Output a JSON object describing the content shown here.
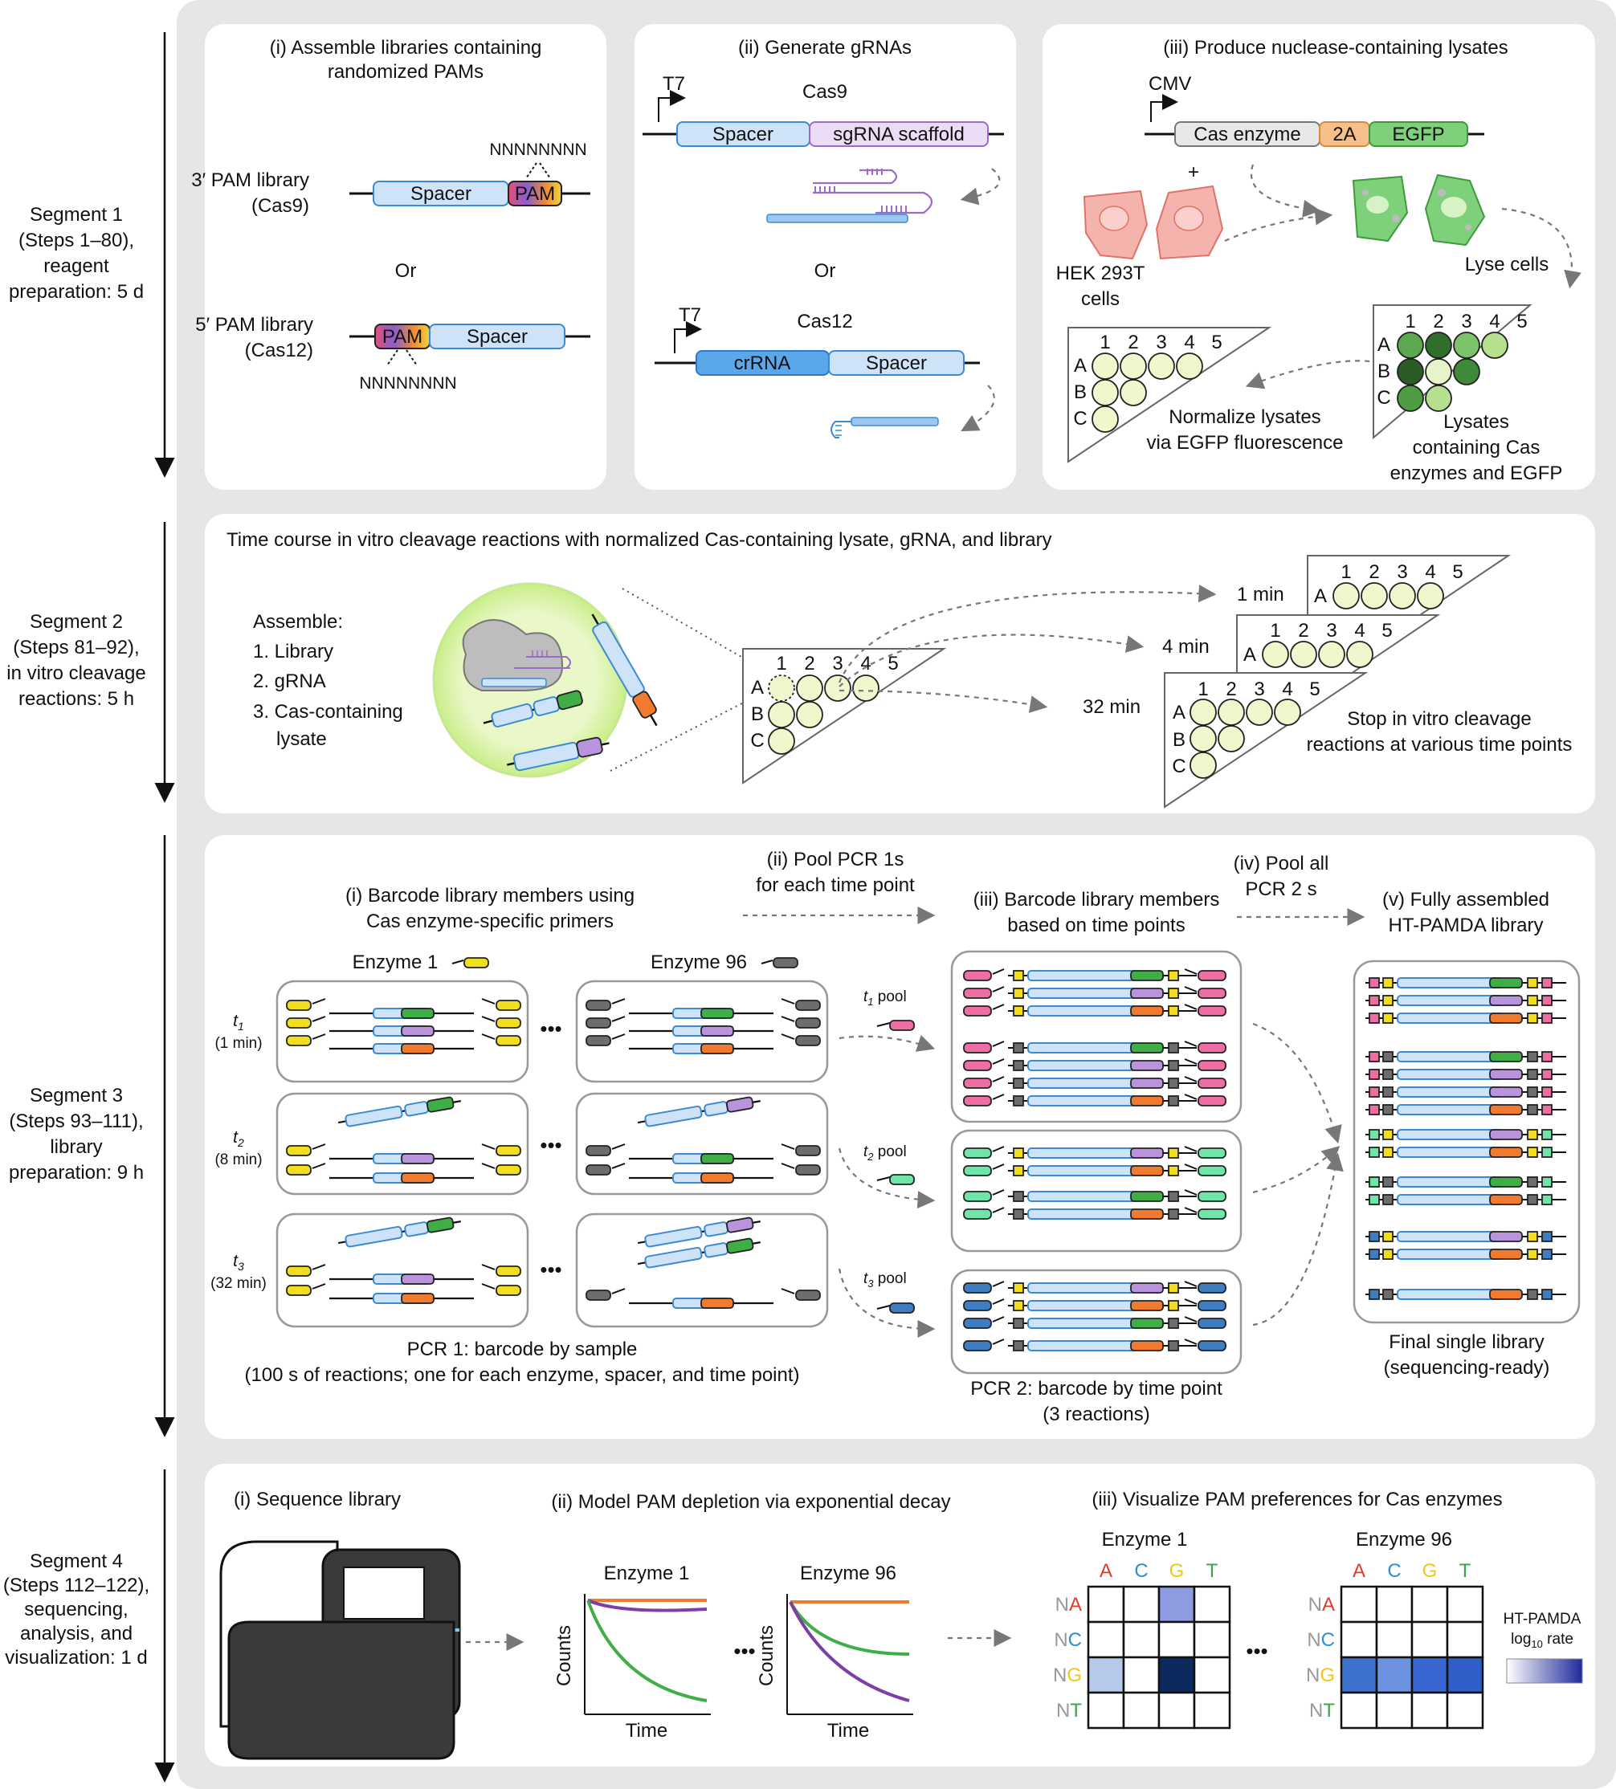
{
  "segments": [
    {
      "label": "Segment 1\n(Steps 1–80),\nreagent\npreparation: 5 d"
    },
    {
      "label": "Segment 2\n(Steps 81–92),\nin vitro cleavage\nreactions: 5 h"
    },
    {
      "label": "Segment 3\n(Steps 93–111),\nlibrary\npreparation: 9 h"
    },
    {
      "label": "Segment 4\n(Steps 112–122),\nsequencing,\nanalysis, and\nvisualization: 1 d"
    }
  ],
  "s1": {
    "p1_title_1": "(i) Assemble libraries containing",
    "p1_title_2": "randomized PAMs",
    "lib3_1": "3′ PAM library",
    "lib3_2": "(Cas9)",
    "nnn": "NNNNNNNN",
    "spacer": "Spacer",
    "pam": "PAM",
    "or": "Or",
    "lib5_1": "5′ PAM library",
    "lib5_2": "(Cas12)",
    "p2_title": "(ii) Generate gRNAs",
    "t7": "T7",
    "cas9": "Cas9",
    "sgrna": "sgRNA scaffold",
    "cas12": "Cas12",
    "crrna": "crRNA",
    "p3_title": "(iii) Produce nuclease-containing lysates",
    "cmv": "CMV",
    "cas_enzyme": "Cas enzyme",
    "twoA": "2A",
    "egfp": "EGFP",
    "plus": "+",
    "hek_1": "HEK 293T",
    "hek_2": "cells",
    "lyse": "Lyse cells",
    "normalize_1": "Normalize lysates",
    "normalize_2": "via EGFP fluorescence",
    "lysates_1": "Lysates",
    "lysates_2": "containing Cas",
    "lysates_3": "enzymes and EGFP",
    "cols": [
      "1",
      "2",
      "3",
      "4",
      "5"
    ],
    "rows": [
      "A",
      "B",
      "C"
    ]
  },
  "s2": {
    "title": "Time course in vitro cleavage reactions with normalized Cas-containing lysate, gRNA, and library",
    "assemble": "Assemble:",
    "items": [
      "1. Library",
      "2. gRNA",
      "3. Cas-containing",
      "lysate"
    ],
    "t1": "1 min",
    "t2": "4 min",
    "t3": "32 min",
    "stop_1": "Stop in vitro cleavage",
    "stop_2": "reactions at various time points"
  },
  "s3": {
    "i_1": "(i) Barcode library members using",
    "i_2": "Cas enzyme-specific primers",
    "ii_1": "(ii) Pool PCR 1s",
    "ii_2": "for each time point",
    "iii_1": "(iii) Barcode library members",
    "iii_2": "based on time points",
    "iv_1": "(iv) Pool all",
    "iv_2": "PCR 2 s",
    "v_1": "(v) Fully assembled",
    "v_2": "HT-PAMDA library",
    "enzyme1": "Enzyme 1",
    "enzyme96": "Enzyme 96",
    "t1": "t",
    "t1_sub": "1",
    "t1_time": "(1 min)",
    "t2_sub": "2",
    "t2_time": "(8 min)",
    "t3_sub": "3",
    "t3_time": "(32 min)",
    "pool": "pool",
    "ellipsis": "•••",
    "pcr1_1": "PCR 1: barcode by sample",
    "pcr1_2": "(100 s of reactions; one for each enzyme, spacer, and time point)",
    "pcr2_1": "PCR 2: barcode by time point",
    "pcr2_2": "(3 reactions)",
    "final_1": "Final single library",
    "final_2": "(sequencing-ready)"
  },
  "s4": {
    "i": "(i) Sequence library",
    "ii": "(ii) Model PAM depletion via exponential decay",
    "iii": "(iii) Visualize PAM preferences for Cas enzymes",
    "enzyme1": "Enzyme 1",
    "enzyme96": "Enzyme 96",
    "counts": "Counts",
    "time": "Time",
    "bases": [
      "A",
      "C",
      "G",
      "T"
    ],
    "rowlabels": [
      [
        "N",
        "A"
      ],
      [
        "N",
        "C"
      ],
      [
        "N",
        "G"
      ],
      [
        "N",
        "T"
      ]
    ],
    "legend_1": "HT-PAMDA",
    "legend_2": "log",
    "legend_sub": "10",
    "legend_3": " rate",
    "base_colors": {
      "A": "#e23b2e",
      "C": "#2b8fd6",
      "G": "#f2c51c",
      "T": "#37a64a",
      "N": "#999999"
    }
  }
}
